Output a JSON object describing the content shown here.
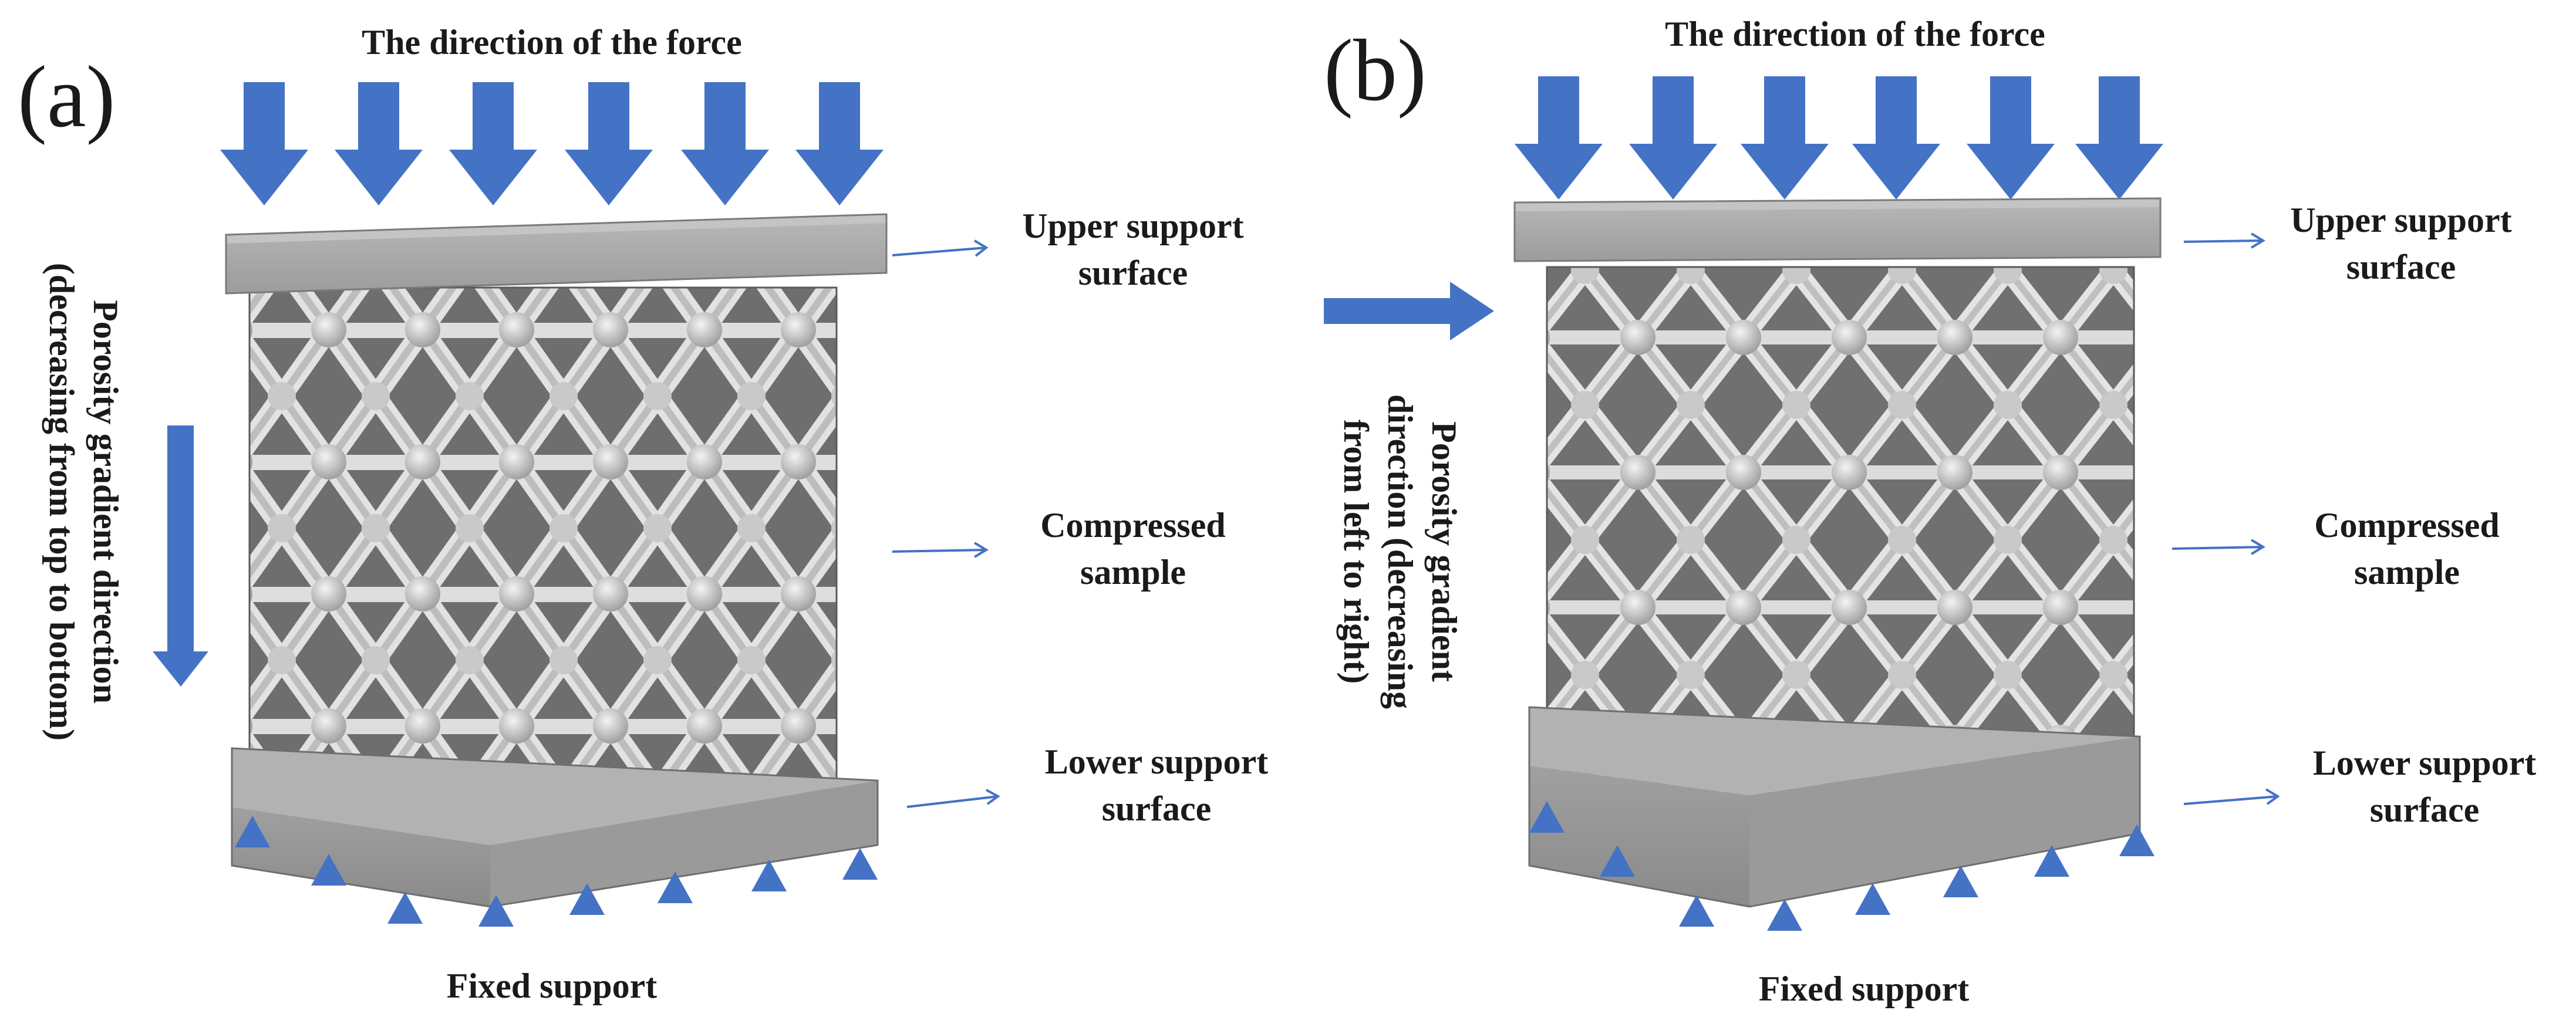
{
  "panels": [
    {
      "letter": "(a)",
      "force_label": "The direction of the force",
      "upper_label_1": "Upper support",
      "upper_label_2": "surface",
      "sample_label_1": "Compressed",
      "sample_label_2": "sample",
      "lower_label_1": "Lower support",
      "lower_label_2": "surface",
      "fixed_label": "Fixed support",
      "gradient_lines": [
        "Porosity gradient direction",
        "(decreasing from top to bottom)"
      ]
    },
    {
      "letter": "(b)",
      "force_label": "The direction of the force",
      "upper_label_1": "Upper support",
      "upper_label_2": "surface",
      "sample_label_1": "Compressed",
      "sample_label_2": "sample",
      "lower_label_1": "Lower support",
      "lower_label_2": "surface",
      "fixed_label": "Fixed support",
      "gradient_lines": [
        "Porosity gradient",
        "direction (decreasing",
        "from left to right)"
      ]
    }
  ],
  "colors": {
    "arrow": "#4472c4",
    "plate": "#a9a9a9",
    "lattice": "#d8d8d8"
  }
}
